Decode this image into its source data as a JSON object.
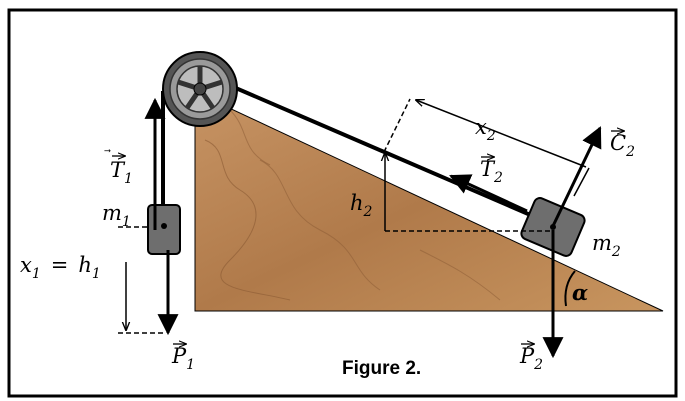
{
  "figure": {
    "caption": "Figure 2.",
    "labels": {
      "T1": {
        "base": "T",
        "sub": "1"
      },
      "m1": {
        "base": "m",
        "sub": "1"
      },
      "x1": {
        "base": "x",
        "sub": "1",
        "eq": "=",
        "base2": "h",
        "sub2": "1"
      },
      "P1": {
        "base": "P",
        "sub": "1"
      },
      "h2": {
        "base": "h",
        "sub": "2"
      },
      "x2": {
        "base": "x",
        "sub": "2"
      },
      "T2": {
        "base": "T",
        "sub": "2"
      },
      "C2": {
        "base": "C",
        "sub": "2"
      },
      "m2": {
        "base": "m",
        "sub": "2"
      },
      "P2": {
        "base": "P",
        "sub": "2"
      },
      "alpha": "α"
    },
    "colors": {
      "wood": "#b88356",
      "wood_dark": "#8a5a34",
      "mass": "#6e6e6e",
      "pulley": "#8a8a8a",
      "ink": "#000000"
    }
  }
}
